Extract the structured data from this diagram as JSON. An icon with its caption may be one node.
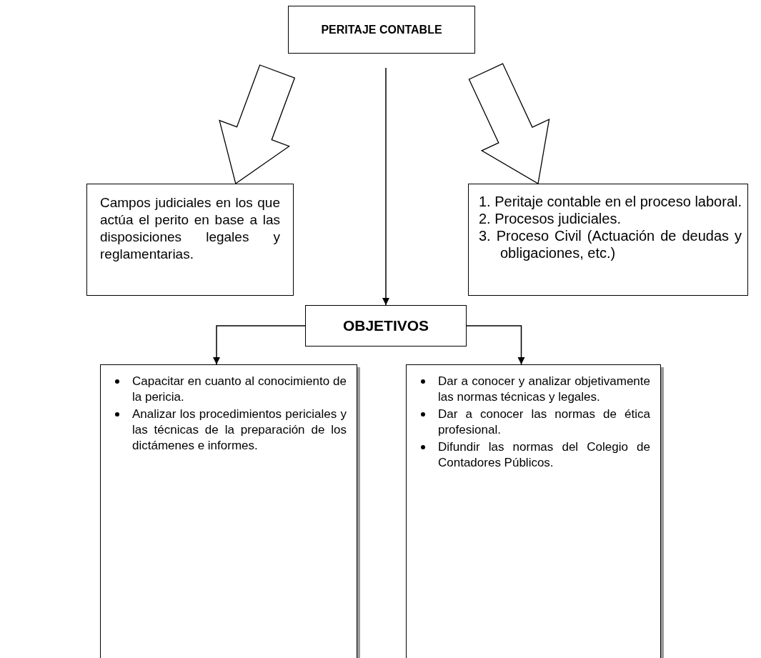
{
  "diagram": {
    "nodes": [
      {
        "text": [
          "PERITAJE CONTABLE"
        ]
      },
      {
        "text": [
          "Campos judiciales en los que actúa el perito en base a las disposiciones legales y reglamentarias."
        ]
      },
      {
        "text": [
          "1. Peritaje contable en el proceso laboral.",
          "2. Procesos judiciales.",
          "3. Proceso Civil (Actuación de deudas y obligaciones, etc.)"
        ]
      },
      {
        "text": [
          "OBJETIVOS"
        ]
      },
      {
        "text": [
          "Capacitar en cuanto al conocimiento de la pericia.",
          "Analizar los procedimientos periciales y las técnicas de la preparación de los dictámenes e informes."
        ]
      },
      {
        "text": [
          "Dar a conocer y analizar objetivamente las normas técnicas y legales.",
          "Dar a conocer las normas de ética profesional.",
          "Difundir las normas del Colegio de Contadores Públicos."
        ]
      }
    ],
    "edges": [
      {
        "from": 0,
        "to": 1,
        "arrow": "to",
        "style": "thick"
      },
      {
        "from": 0,
        "to": 2,
        "arrow": "to",
        "style": "thick"
      },
      {
        "from": 0,
        "to": 3,
        "arrow": "to"
      },
      {
        "from": 3,
        "to": 4,
        "arrow": "to"
      },
      {
        "from": 3,
        "to": 5,
        "arrow": "to"
      }
    ]
  }
}
